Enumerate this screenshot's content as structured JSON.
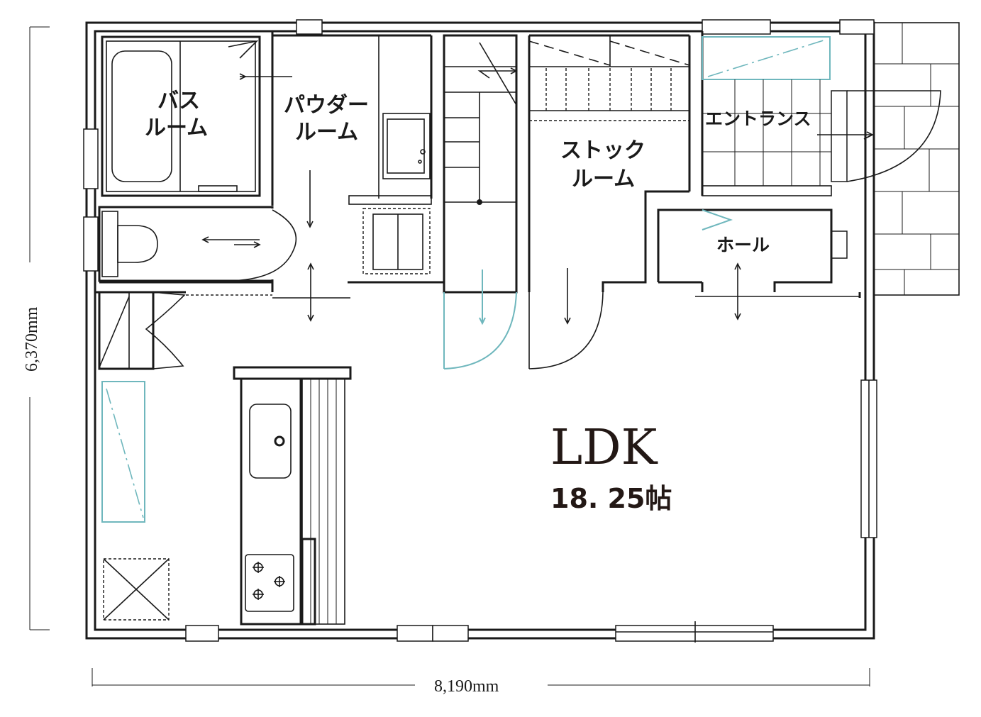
{
  "rooms": {
    "bath_line1": "バス",
    "bath_line2": "ルーム",
    "powder_line1": "パウダー",
    "powder_line2": "ルーム",
    "stock_line1": "ストック",
    "stock_line2": "ルーム",
    "entrance": "エントランス",
    "hall": "ホール",
    "ldk": "LDK",
    "ldk_area": "18. 25帖"
  },
  "dimensions": {
    "height": "6,370mm",
    "width": "8,190mm"
  },
  "colors": {
    "wall": "#1a1a1a",
    "accent": "#6fb7bd",
    "text": "#231815"
  }
}
